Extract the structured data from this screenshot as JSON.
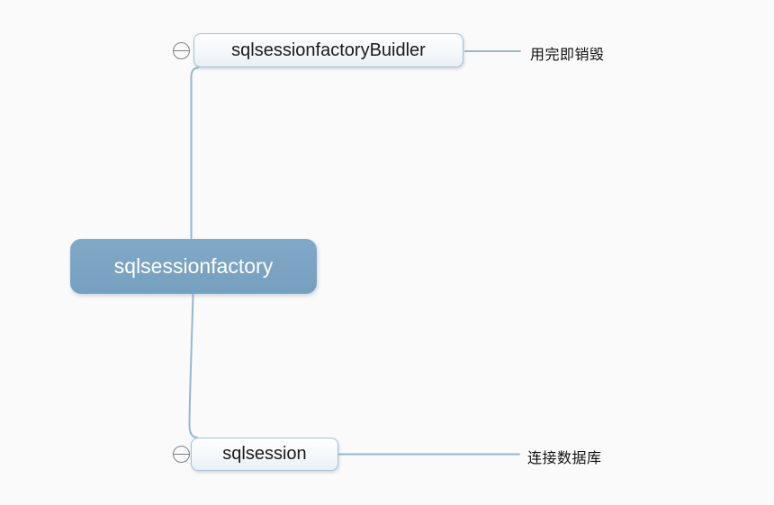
{
  "app": {
    "type": "mindmap-diagram"
  },
  "colors": {
    "background": "#fafafa",
    "connector": "#96b7d0",
    "node-border": "#a5c0d6",
    "root-fill": "#7aa3c2",
    "root-text": "#ffffff",
    "node-text": "#1a1a1a",
    "annotation-text": "#111111",
    "collapse-stroke": "#7f7f7f"
  },
  "root": {
    "label": "sqlsessionfactory"
  },
  "children": [
    {
      "label": "sqlsessionfactoryBuidler",
      "annotation": "用完即销毁",
      "collapse_icon": "minus-circle-icon"
    },
    {
      "label": "sqlsession",
      "annotation": "连接数据库",
      "collapse_icon": "minus-circle-icon"
    }
  ]
}
